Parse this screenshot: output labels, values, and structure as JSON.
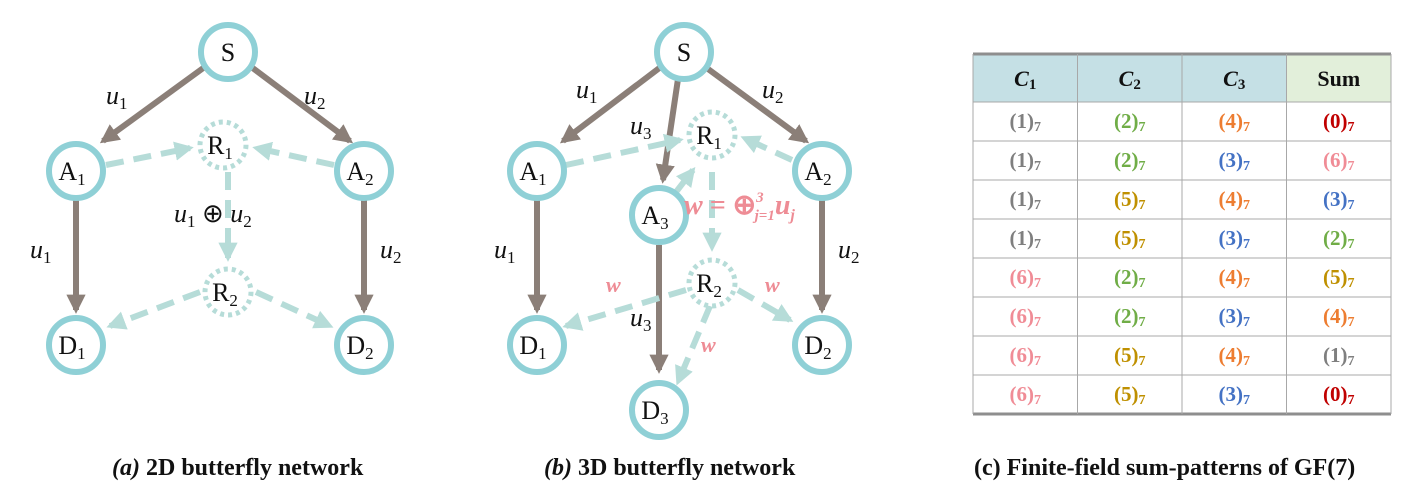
{
  "panel_a": {
    "caption_letter": "(a)",
    "caption_text": " 2D butterfly network",
    "nodes": {
      "S": {
        "base": "S",
        "sub": ""
      },
      "A1": {
        "base": "A",
        "sub": "1"
      },
      "A2": {
        "base": "A",
        "sub": "2"
      },
      "R1": {
        "base": "R",
        "sub": "1"
      },
      "R2": {
        "base": "R",
        "sub": "2"
      },
      "D1": {
        "base": "D",
        "sub": "1"
      },
      "D2": {
        "base": "D",
        "sub": "2"
      }
    },
    "edge_labels": {
      "u1_top": {
        "base": "u",
        "sub": "1"
      },
      "u2_top": {
        "base": "u",
        "sub": "2"
      },
      "u1_left": {
        "base": "u",
        "sub": "1"
      },
      "u2_right": {
        "base": "u",
        "sub": "2"
      },
      "xor": {
        "a": "u",
        "a_sub": "1",
        "op": " ⊕ ",
        "b": "u",
        "b_sub": "2"
      }
    }
  },
  "panel_b": {
    "caption_letter": "(b)",
    "caption_text": " 3D butterfly network",
    "nodes": {
      "S": {
        "base": "S",
        "sub": ""
      },
      "A1": {
        "base": "A",
        "sub": "1"
      },
      "A2": {
        "base": "A",
        "sub": "2"
      },
      "A3": {
        "base": "A",
        "sub": "3"
      },
      "R1": {
        "base": "R",
        "sub": "1"
      },
      "R2": {
        "base": "R",
        "sub": "2"
      },
      "D1": {
        "base": "D",
        "sub": "1"
      },
      "D2": {
        "base": "D",
        "sub": "2"
      },
      "D3": {
        "base": "D",
        "sub": "3"
      }
    },
    "edge_labels": {
      "u1": {
        "base": "u",
        "sub": "1"
      },
      "u2": {
        "base": "u",
        "sub": "2"
      },
      "u3_top": {
        "base": "u",
        "sub": "3"
      },
      "u1_left": {
        "base": "u",
        "sub": "1"
      },
      "u2_right": {
        "base": "u",
        "sub": "2"
      },
      "u3_bottom": {
        "base": "u",
        "sub": "3"
      },
      "w_left": "w",
      "w_right": "w",
      "w_bottom": "w",
      "w_formula": {
        "lhs": "w = ",
        "op": "⊕",
        "sup": "3",
        "sub": "j=1",
        "var": "u",
        "var_sub": "j"
      }
    }
  },
  "panel_c": {
    "caption_text": "(c) Finite-field sum-patterns of GF(7)",
    "headers": [
      {
        "base": "C",
        "sub": "1",
        "italic": true
      },
      {
        "base": "C",
        "sub": "2",
        "italic": true
      },
      {
        "base": "C",
        "sub": "3",
        "italic": true
      },
      {
        "base": "Sum",
        "sub": "",
        "italic": false
      }
    ],
    "modulus": "7",
    "rows": [
      [
        "1",
        "2",
        "4",
        "0"
      ],
      [
        "1",
        "2",
        "3",
        "6"
      ],
      [
        "1",
        "5",
        "4",
        "3"
      ],
      [
        "1",
        "5",
        "3",
        "2"
      ],
      [
        "6",
        "2",
        "4",
        "5"
      ],
      [
        "6",
        "2",
        "3",
        "4"
      ],
      [
        "6",
        "5",
        "4",
        "1"
      ],
      [
        "6",
        "5",
        "3",
        "0"
      ]
    ],
    "value_colors": {
      "0": "#c00000",
      "1": "#7f7f7f",
      "2": "#70ad47",
      "3": "#4472c4",
      "4": "#ed7d31",
      "5": "#bf9000",
      "6": "#f08c96"
    },
    "header_colors": [
      "#c5e0e5",
      "#c5e0e5",
      "#c5e0e5",
      "#e2efda"
    ]
  },
  "colors": {
    "node_stroke": "#8fd0d6",
    "relay_stroke": "#b6dcd8",
    "solid_edge": "#8b7f78",
    "dashed_edge": "#b6dcd8",
    "pink": "#ee8c95"
  }
}
